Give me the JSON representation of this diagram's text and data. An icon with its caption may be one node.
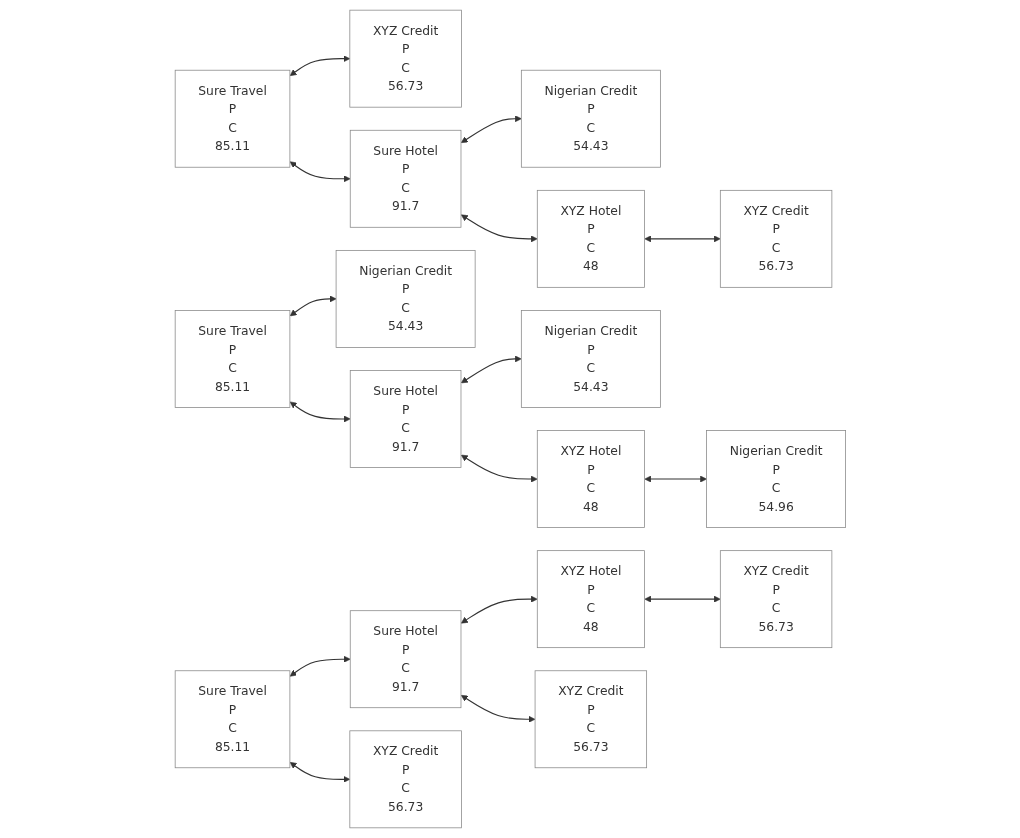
{
  "diagram": {
    "nodes": [
      {
        "text": [
          "Sure Travel",
          "P",
          "C",
          "85.11"
        ]
      },
      {
        "text": [
          "XYZ Credit",
          "P",
          "C",
          "56.73"
        ]
      },
      {
        "text": [
          "Sure Hotel",
          "P",
          "C",
          "91.7"
        ]
      },
      {
        "text": [
          "Nigerian Credit",
          "P",
          "C",
          "54.43"
        ]
      },
      {
        "text": [
          "XYZ Hotel",
          "P",
          "C",
          "48"
        ]
      },
      {
        "text": [
          "XYZ Credit",
          "P",
          "C",
          "56.73"
        ]
      },
      {
        "text": [
          "Sure Travel",
          "P",
          "C",
          "85.11"
        ]
      },
      {
        "text": [
          "Nigerian Credit",
          "P",
          "C",
          "54.43"
        ]
      },
      {
        "text": [
          "Sure Hotel",
          "P",
          "C",
          "91.7"
        ]
      },
      {
        "text": [
          "Nigerian Credit",
          "P",
          "C",
          "54.43"
        ]
      },
      {
        "text": [
          "XYZ Hotel",
          "P",
          "C",
          "48"
        ]
      },
      {
        "text": [
          "Nigerian Credit",
          "P",
          "C",
          "54.96"
        ]
      },
      {
        "text": [
          "Sure Travel",
          "P",
          "C",
          "85.11"
        ]
      },
      {
        "text": [
          "Sure Hotel",
          "P",
          "C",
          "91.7"
        ]
      },
      {
        "text": [
          "XYZ Hotel",
          "P",
          "C",
          "48"
        ]
      },
      {
        "text": [
          "XYZ Credit",
          "P",
          "C",
          "56.73"
        ]
      },
      {
        "text": [
          "XYZ Credit",
          "P",
          "C",
          "56.73"
        ]
      },
      {
        "text": [
          "XYZ Credit",
          "P",
          "C",
          "56.73"
        ]
      }
    ],
    "edges": [
      {
        "from": 0,
        "to": 1,
        "arrow": "both"
      },
      {
        "from": 0,
        "to": 2,
        "arrow": "both"
      },
      {
        "from": 2,
        "to": 3,
        "arrow": "both"
      },
      {
        "from": 2,
        "to": 4,
        "arrow": "both"
      },
      {
        "from": 4,
        "to": 5,
        "arrow": "both"
      },
      {
        "from": 6,
        "to": 7,
        "arrow": "both"
      },
      {
        "from": 6,
        "to": 8,
        "arrow": "both"
      },
      {
        "from": 8,
        "to": 9,
        "arrow": "both"
      },
      {
        "from": 8,
        "to": 10,
        "arrow": "both"
      },
      {
        "from": 10,
        "to": 11,
        "arrow": "both"
      },
      {
        "from": 12,
        "to": 13,
        "arrow": "both"
      },
      {
        "from": 13,
        "to": 14,
        "arrow": "both"
      },
      {
        "from": 14,
        "to": 15,
        "arrow": "both"
      },
      {
        "from": 12,
        "to": 16,
        "arrow": "both"
      },
      {
        "from": 13,
        "to": 17,
        "arrow": "both"
      }
    ]
  }
}
